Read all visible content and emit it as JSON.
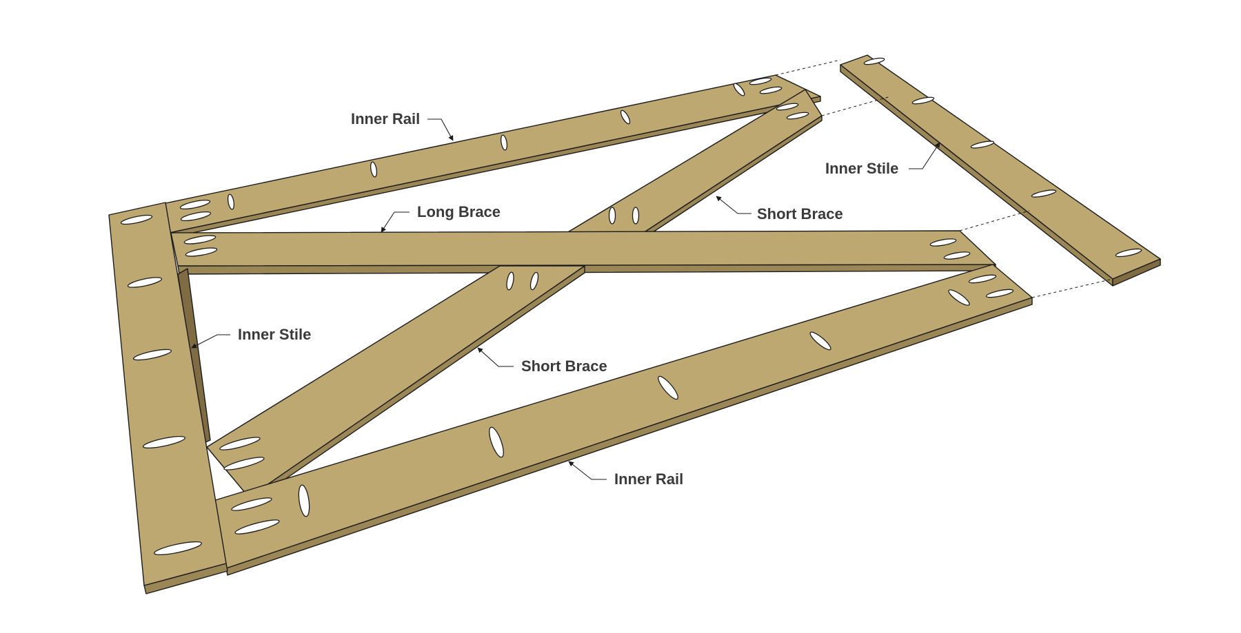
{
  "labels": {
    "inner_rail_top": "Inner Rail",
    "long_brace": "Long Brace",
    "short_brace_upper": "Short Brace",
    "inner_stile_right": "Inner Stile",
    "inner_stile_left": "Inner Stile",
    "short_brace_lower": "Short Brace",
    "inner_rail_bottom": "Inner Rail"
  },
  "colors": {
    "wood_top": "#bea872",
    "wood_edge": "#9b8656",
    "outline": "#1a1a1a",
    "label_text": "#3a3a3a"
  }
}
